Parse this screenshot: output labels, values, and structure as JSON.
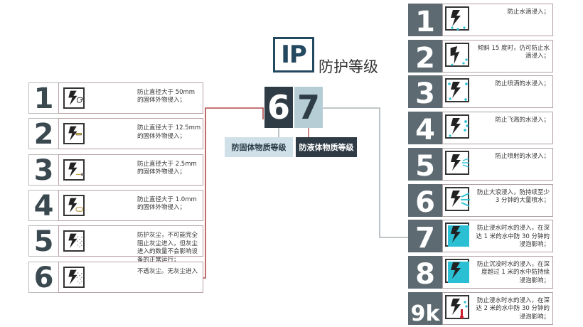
{
  "header": {
    "logo": "IP",
    "title": "防护等级",
    "digit_solid": "6",
    "digit_liquid": "7",
    "label_solid": "防固体物质等级",
    "label_liquid": "防液体物质等级"
  },
  "solid_levels": [
    {
      "num": "1",
      "icon": "hand-icon",
      "text": "防止直径大于 50mm 的固体外物侵入；"
    },
    {
      "num": "2",
      "icon": "finger-icon",
      "text": "防止直径大于 12.5mm 的固体外物侵入；"
    },
    {
      "num": "3",
      "icon": "screwdriver-icon",
      "text": "防止直径大于 2.5mm 的固体外物侵入；"
    },
    {
      "num": "4",
      "icon": "paperclip-icon",
      "text": "防止直径大于 1.0mm 的固体外物侵入；"
    },
    {
      "num": "5",
      "icon": "dust-icon",
      "text": "防护灰尘，不可能完全阻止灰尘进入，但灰尘进入的数量不会影响设备的正常运行；"
    },
    {
      "num": "6",
      "icon": "dust-icon",
      "text": "不透灰尘。无灰尘进入"
    }
  ],
  "liquid_levels": [
    {
      "num": "1",
      "icon": "drip-icon",
      "text": "防止水滴浸入；"
    },
    {
      "num": "2",
      "icon": "tilted-drip-icon",
      "text": "倾斜 15 度时，仍可防止水滴浸入；"
    },
    {
      "num": "3",
      "icon": "spray-icon",
      "text": "防止喷洒的水浸入；"
    },
    {
      "num": "4",
      "icon": "splash-icon",
      "text": "防止飞溅的水浸入；"
    },
    {
      "num": "5",
      "icon": "jet-icon",
      "text": "防止喷射的水浸入；"
    },
    {
      "num": "6",
      "icon": "powerful-jet-icon",
      "text": "防止大浪浸入，防持续至少 3 分钟的大量喷水；"
    },
    {
      "num": "7",
      "icon": "immersion-icon",
      "text": "防止浸水时水的浸入，在深达 1 米的水中防 30 分钟的浸泡影响；"
    },
    {
      "num": "8",
      "icon": "submersion-icon",
      "text": "防止沉没时水的浸入，在深度超过 1 米的水中防持续浸泡影响；"
    },
    {
      "num": "9k",
      "icon": "high-temp-icon",
      "text": "防止浸水时水的浸入，在深达 2 米的水中防 30 分钟的浸泡影响；"
    }
  ],
  "colors": {
    "dark": "#2f3c45",
    "light_blue": "#b6cdd6",
    "water": "#2bbfd4",
    "card_border": "#b8a1a4",
    "connector": "#b34a4a"
  }
}
